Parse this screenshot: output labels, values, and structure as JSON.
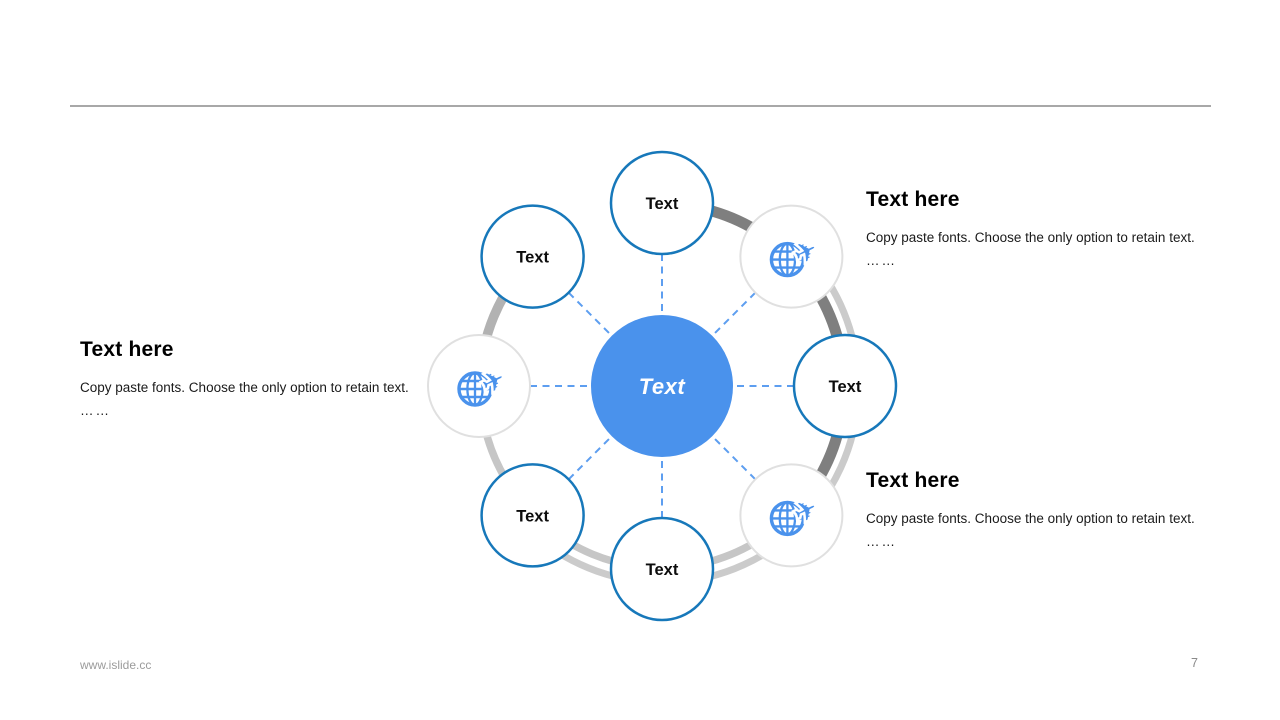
{
  "slide": {
    "footer": {
      "url": "www.islide.cc",
      "page_number": "7"
    }
  },
  "text_blocks": [
    {
      "position": "left",
      "heading": "Text here",
      "body": "Copy paste fonts. Choose the only option to retain text.",
      "ellipsis": "……"
    },
    {
      "position": "top-right",
      "heading": "Text here",
      "body": "Copy paste fonts. Choose the only option to retain text.",
      "ellipsis": "……"
    },
    {
      "position": "bottom-right",
      "heading": "Text here",
      "body": "Copy paste fonts. Choose the only option to retain text.",
      "ellipsis": "……"
    }
  ],
  "diagram": {
    "type": "hub-and-spoke ring, 8 outer circles",
    "center_label": "Text",
    "nodes": [
      {
        "position": "top",
        "type": "label",
        "label": "Text"
      },
      {
        "position": "top-right",
        "type": "icon",
        "icon": "globe-plane-icon"
      },
      {
        "position": "right",
        "type": "label",
        "label": "Text"
      },
      {
        "position": "bottom-right",
        "type": "icon",
        "icon": "globe-plane-icon"
      },
      {
        "position": "bottom",
        "type": "label",
        "label": "Text"
      },
      {
        "position": "bottom-left",
        "type": "label",
        "label": "Text"
      },
      {
        "position": "left",
        "type": "icon",
        "icon": "globe-plane-icon"
      },
      {
        "position": "top-left",
        "type": "label",
        "label": "Text"
      }
    ],
    "icons": {
      "airplane_glyph": "✈"
    },
    "colors": {
      "center_fill": "#4a92ec",
      "label_circle_border": "#1778ba",
      "icon_circle_border": "#e0e0e0",
      "icon_blue": "#4a92ec",
      "spoke_blue": "#5d9ef0",
      "arc_dark": "#7f7f7f",
      "arc_medium": "#b2b2b2",
      "arc_light": "#c6c6c6",
      "arc_outer_light": "#cbcbcb",
      "divider": "#a8a8a8",
      "footer_text": "#9b9b9b"
    }
  }
}
